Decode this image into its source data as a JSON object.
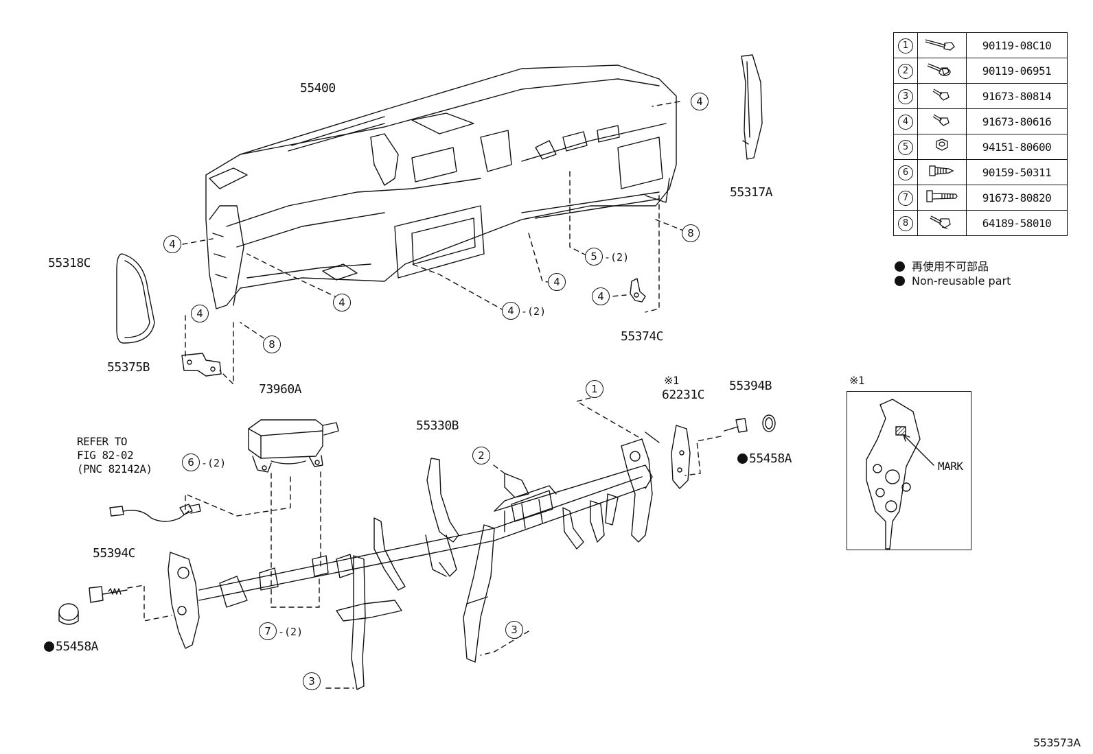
{
  "diagram_code": "553573A",
  "parts": {
    "p55400": "55400",
    "p55317A": "55317A",
    "p55318C": "55318C",
    "p55374C": "55374C",
    "p55375B": "55375B",
    "p73960A": "73960A",
    "p62231C": "62231C",
    "p55394B": "55394B",
    "p55458A_right": "55458A",
    "p55330B": "55330B",
    "p55394C": "55394C",
    "p55458A_left": "55458A"
  },
  "refer_to": {
    "line1": "REFER TO",
    "line2": "FIG 82-02",
    "line3": "(PNC 82142A)"
  },
  "note_symbol": "※1",
  "inset": {
    "symbol": "※1",
    "mark_label": "MARK"
  },
  "qty_label": "-(2)",
  "fasteners": [
    {
      "num": "1",
      "part_no": "90119-08C10",
      "icon": "long-bolt-icon"
    },
    {
      "num": "2",
      "part_no": "90119-06951",
      "icon": "flange-bolt-icon"
    },
    {
      "num": "3",
      "part_no": "91673-80814",
      "icon": "short-bolt-icon"
    },
    {
      "num": "4",
      "part_no": "91673-80616",
      "icon": "short-bolt-icon"
    },
    {
      "num": "5",
      "part_no": "94151-80600",
      "icon": "nut-icon"
    },
    {
      "num": "6",
      "part_no": "90159-50311",
      "icon": "screw-icon"
    },
    {
      "num": "7",
      "part_no": "91673-80820",
      "icon": "long-screw-icon"
    },
    {
      "num": "8",
      "part_no": "64189-58010",
      "icon": "clip-bolt-icon"
    }
  ],
  "legend": {
    "jp": "再使用不可部品",
    "en": "Non-reusable part"
  },
  "callouts": {
    "c1": "1",
    "c2": "2",
    "c3": "3",
    "c4": "4",
    "c5": "5",
    "c6": "6",
    "c7": "7",
    "c8": "8"
  }
}
